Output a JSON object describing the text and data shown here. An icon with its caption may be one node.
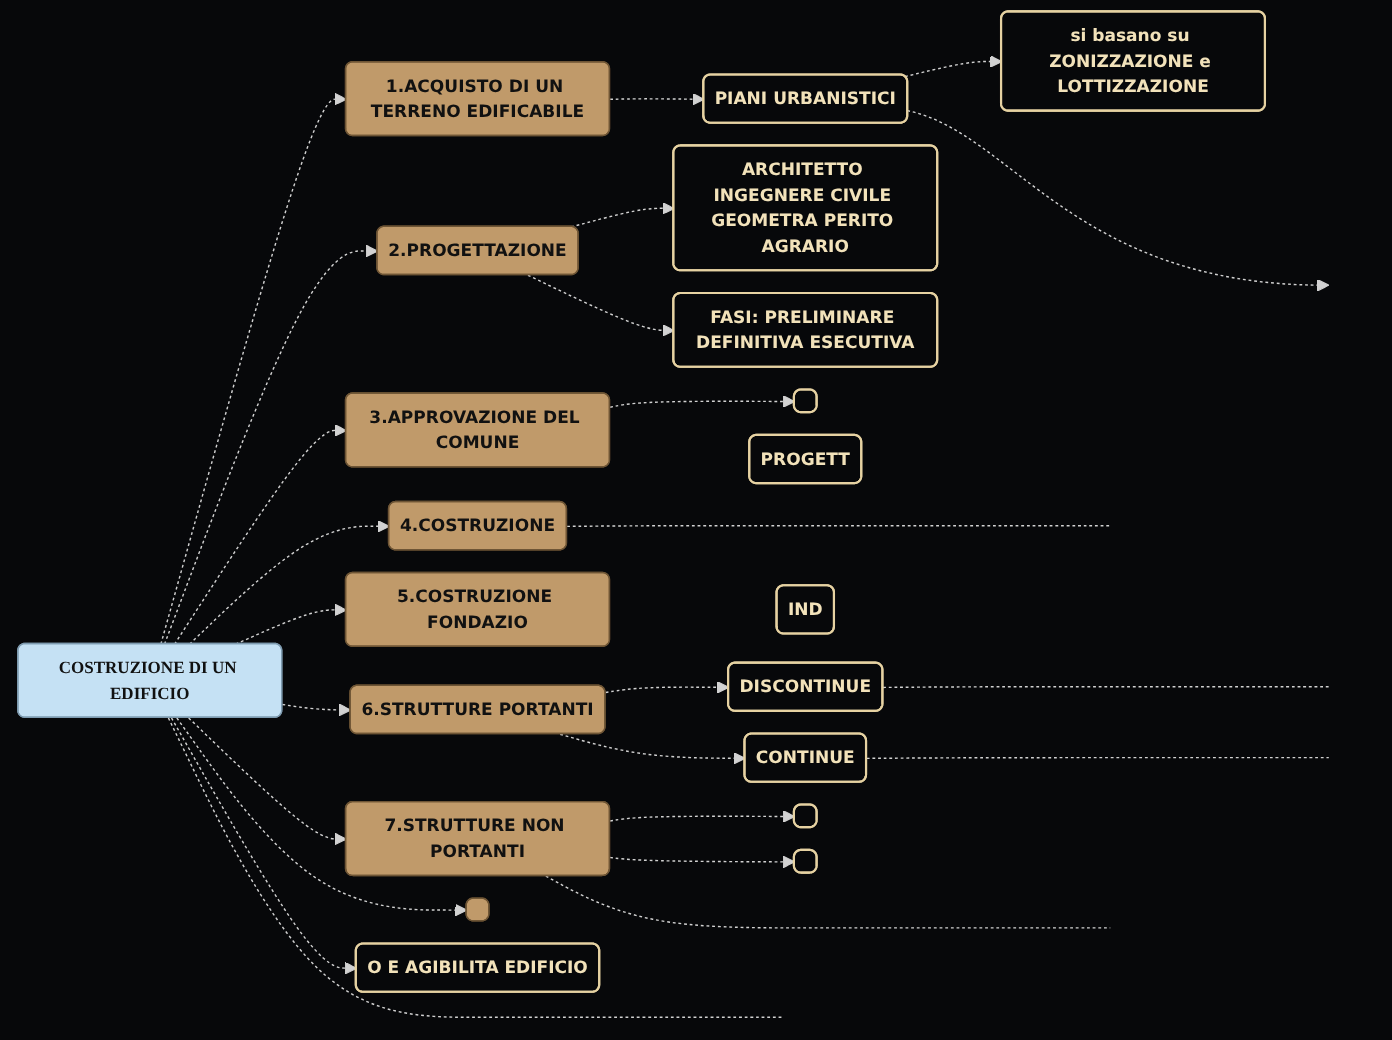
{
  "diagram": {
    "nodes": [
      {
        "text": [
          "COSTRUZIONE DI UN EDIFICIO"
        ]
      },
      {
        "text": [
          "1.ACQUISTO DI UN TERRENO EDIFICABILE"
        ]
      },
      {
        "text": [
          "PIANI URBANISTICI"
        ]
      },
      {
        "text": [
          "si basano su ZONIZZAZIONE e LOTTIZZAZIONE"
        ]
      },
      {
        "text": [
          "2.PROGETTAZIONE"
        ]
      },
      {
        "text": [
          "ARCHITETTO INGEGNERE CIVILE GEOMETRA PERITO AGRARIO"
        ]
      },
      {
        "text": [
          "FASI: PRELIMINARE DEFINITIVA ESECUTIVA"
        ]
      },
      {
        "text": [
          "3.APPROVAZIONE DEL COMUNE"
        ]
      },
      {
        "text": [],
        "shape": "box"
      },
      {
        "text": [
          "PROGETT"
        ]
      },
      {
        "text": [
          "4.COSTRUZIONE"
        ]
      },
      {
        "text": [
          "5.COSTRUZIONE FONDAZIO"
        ]
      },
      {
        "text": [
          "IND"
        ]
      },
      {
        "text": [
          "6.STRUTTURE PORTANTI"
        ]
      },
      {
        "text": [
          "DISCONTINUE"
        ]
      },
      {
        "text": [
          "CONTINUE"
        ]
      },
      {
        "text": [
          "7.STRUTTURE NON PORTANTI"
        ]
      },
      {
        "text": [],
        "shape": "box"
      },
      {
        "text": [],
        "shape": "box"
      },
      {
        "text": [],
        "shape": "box"
      },
      {
        "text": [
          "O E AGIBILITA EDIFICIO"
        ]
      }
    ],
    "edges": [
      {
        "from": 0,
        "to": 1,
        "arrow": "to",
        "style": "dashed"
      },
      {
        "from": 1,
        "to": 2,
        "arrow": "to",
        "style": "dashed"
      },
      {
        "from": 2,
        "to": 3,
        "arrow": "to",
        "style": "dashed"
      },
      {
        "from": 2,
        "to": null,
        "arrow": "to",
        "style": "dashed"
      },
      {
        "from": 0,
        "to": 4,
        "arrow": "to",
        "style": "dashed"
      },
      {
        "from": 4,
        "to": 5,
        "arrow": "to",
        "style": "dashed"
      },
      {
        "from": 4,
        "to": 6,
        "arrow": "to",
        "style": "dashed"
      },
      {
        "from": 0,
        "to": 7,
        "arrow": "to",
        "style": "dashed"
      },
      {
        "from": 7,
        "to": 8,
        "arrow": "to",
        "style": "dashed"
      },
      {
        "from": 0,
        "to": 10,
        "arrow": "to",
        "style": "dashed"
      },
      {
        "from": 10,
        "to": null,
        "arrow": "none",
        "style": "dashed"
      },
      {
        "from": 0,
        "to": 11,
        "arrow": "to",
        "style": "dashed"
      },
      {
        "from": 0,
        "to": 13,
        "arrow": "to",
        "style": "dashed"
      },
      {
        "from": 13,
        "to": 14,
        "arrow": "to",
        "style": "dashed"
      },
      {
        "from": 13,
        "to": 15,
        "arrow": "to",
        "style": "dashed"
      },
      {
        "from": 14,
        "to": null,
        "arrow": "none",
        "style": "dashed"
      },
      {
        "from": 15,
        "to": null,
        "arrow": "none",
        "style": "dashed"
      },
      {
        "from": 0,
        "to": 16,
        "arrow": "to",
        "style": "dashed"
      },
      {
        "from": 16,
        "to": 17,
        "arrow": "to",
        "style": "dashed"
      },
      {
        "from": 16,
        "to": 18,
        "arrow": "to",
        "style": "dashed"
      },
      {
        "from": 16,
        "to": null,
        "arrow": "none",
        "style": "dashed"
      },
      {
        "from": 0,
        "to": 19,
        "arrow": "to",
        "style": "dashed"
      },
      {
        "from": 0,
        "to": 20,
        "arrow": "to",
        "style": "dashed"
      },
      {
        "from": 0,
        "to": null,
        "arrow": "none",
        "style": "dashed"
      }
    ]
  }
}
